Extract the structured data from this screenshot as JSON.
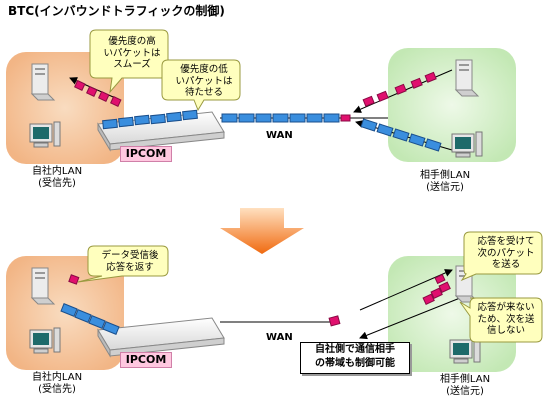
{
  "title": "BTC(インバウンドトラフィックの制御)",
  "top": {
    "callout_high": [
      "優先度の高",
      "いパケットは",
      "スムーズ"
    ],
    "callout_low": [
      "優先度の低",
      "いパケットは",
      "待たせる"
    ],
    "wan_label": "WAN",
    "ipcom_label": "IPCOM",
    "left_lan": [
      "自社内LAN",
      "(受信先)"
    ],
    "right_lan": [
      "相手側LAN",
      "(送信元)"
    ]
  },
  "bottom": {
    "callout_ack": [
      "データ受信後",
      "応答を返す"
    ],
    "callout_send": [
      "応答を受けて",
      "次のパケット",
      "を送る"
    ],
    "callout_nosend": [
      "応答が来ない",
      "ため、次を送",
      "信しない"
    ],
    "wan_label": "WAN",
    "ipcom_label": "IPCOM",
    "note": [
      "自社側で通信相手",
      "の帯域も制御可能"
    ],
    "left_lan": [
      "自社内LAN",
      "(受信先)"
    ],
    "right_lan": [
      "相手側LAN",
      "(送信元)"
    ]
  },
  "colors": {
    "left_lan_fill": "#f5c8a0",
    "right_lan_fill": "#d6f0cc",
    "high_packet": "#e0106e",
    "low_packet": "#3a8ede",
    "callout_fill": "#ffffbe",
    "arrow_down": "#f07820"
  }
}
